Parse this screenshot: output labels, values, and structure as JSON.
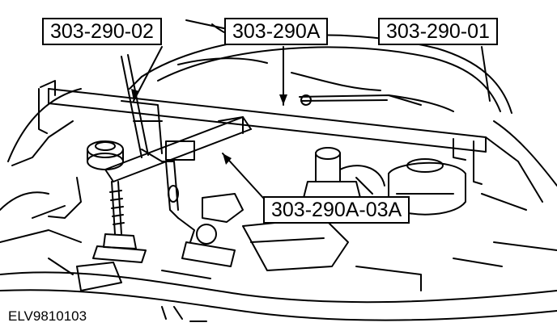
{
  "callouts": {
    "tool_a": "303-290-02",
    "tool_b": "303-290A",
    "tool_c": "303-290-01",
    "tool_d": "303-290A-03A"
  },
  "figure_id": "ELV9810103",
  "colors": {
    "line": "#000000",
    "background": "#ffffff"
  }
}
